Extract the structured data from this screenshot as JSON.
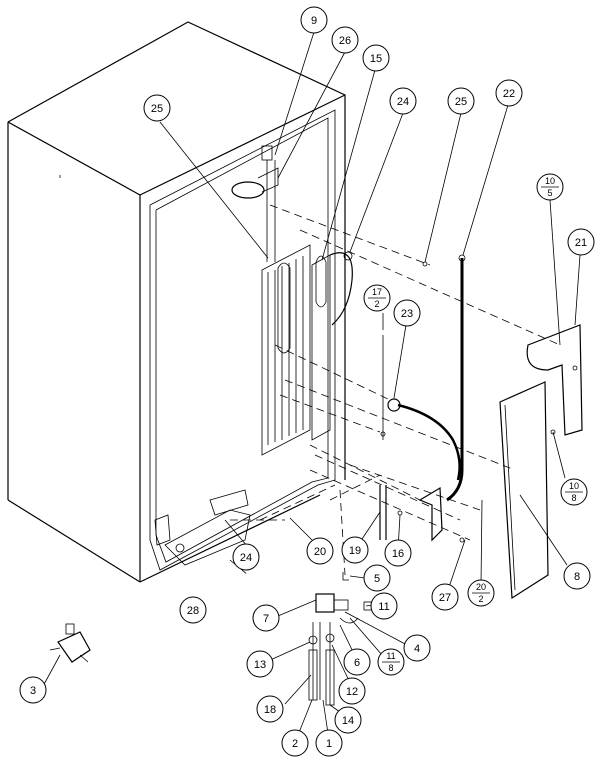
{
  "callouts": [
    {
      "id": "c9",
      "label": "9"
    },
    {
      "id": "c26a",
      "label": "26"
    },
    {
      "id": "c15",
      "label": "15"
    },
    {
      "id": "c25a",
      "label": "25"
    },
    {
      "id": "c24a",
      "label": "24"
    },
    {
      "id": "c25b",
      "label": "25"
    },
    {
      "id": "c22",
      "label": "22"
    },
    {
      "id": "c21",
      "label": "21"
    },
    {
      "id": "c23",
      "label": "23"
    },
    {
      "id": "c8",
      "label": "8"
    },
    {
      "id": "c19",
      "label": "19"
    },
    {
      "id": "c16",
      "label": "16"
    },
    {
      "id": "c20",
      "label": "20"
    },
    {
      "id": "c24b",
      "label": "24"
    },
    {
      "id": "c5",
      "label": "5"
    },
    {
      "id": "c27",
      "label": "27"
    },
    {
      "id": "c28",
      "label": "28"
    },
    {
      "id": "c7",
      "label": "7"
    },
    {
      "id": "c11",
      "label": "11"
    },
    {
      "id": "c4",
      "label": "4"
    },
    {
      "id": "c6",
      "label": "6"
    },
    {
      "id": "c13",
      "label": "13"
    },
    {
      "id": "c12",
      "label": "12"
    },
    {
      "id": "c3",
      "label": "3"
    },
    {
      "id": "c18",
      "label": "18"
    },
    {
      "id": "c14",
      "label": "14"
    },
    {
      "id": "c2",
      "label": "2"
    },
    {
      "id": "c1",
      "label": "1"
    }
  ],
  "fraction_callouts": [
    {
      "id": "f10_5",
      "top": "10",
      "bottom": "5"
    },
    {
      "id": "f17_2",
      "top": "17",
      "bottom": "2"
    },
    {
      "id": "f10_8",
      "top": "10",
      "bottom": "8"
    },
    {
      "id": "f20_2",
      "top": "20",
      "bottom": "2"
    },
    {
      "id": "f11_8",
      "top": "11",
      "bottom": "8"
    }
  ]
}
